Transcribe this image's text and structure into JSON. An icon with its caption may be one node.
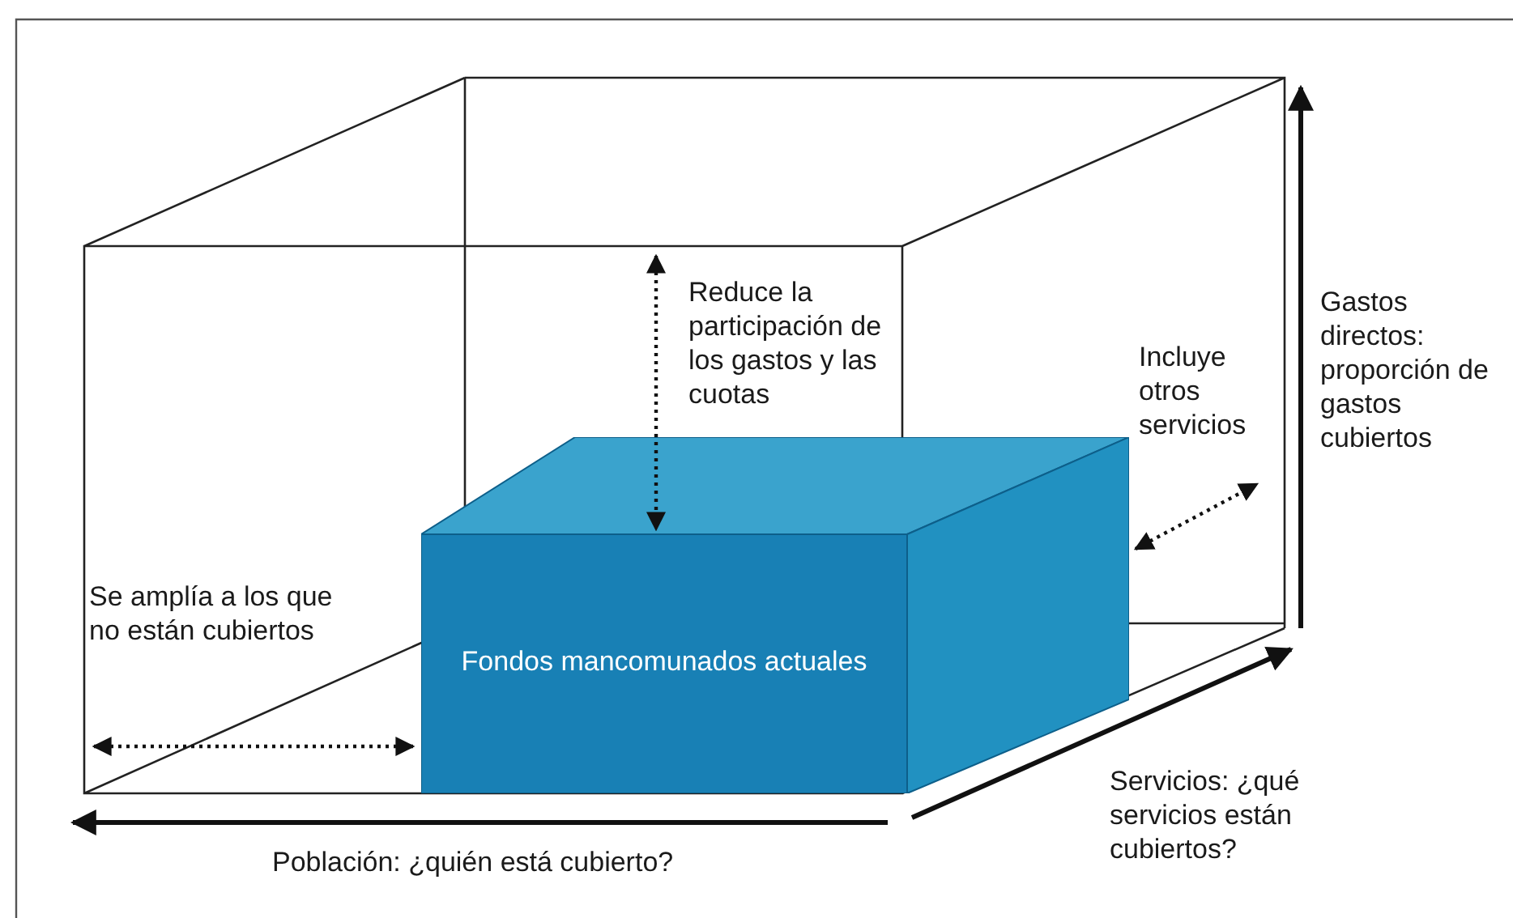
{
  "diagram": {
    "nodes": [
      {
        "text": [
          "Fondos mancomunados actuales"
        ]
      }
    ],
    "labels": [
      "Reduce la participación de los gastos y las cuotas",
      "Incluye otros servicios",
      "Gastos directos: proporción de gastos cubiertos",
      "Se amplía a los que no están cubiertos",
      "Servicios: ¿qué servicios están cubiertos?",
      "Población: ¿quién está cubierto?"
    ]
  }
}
